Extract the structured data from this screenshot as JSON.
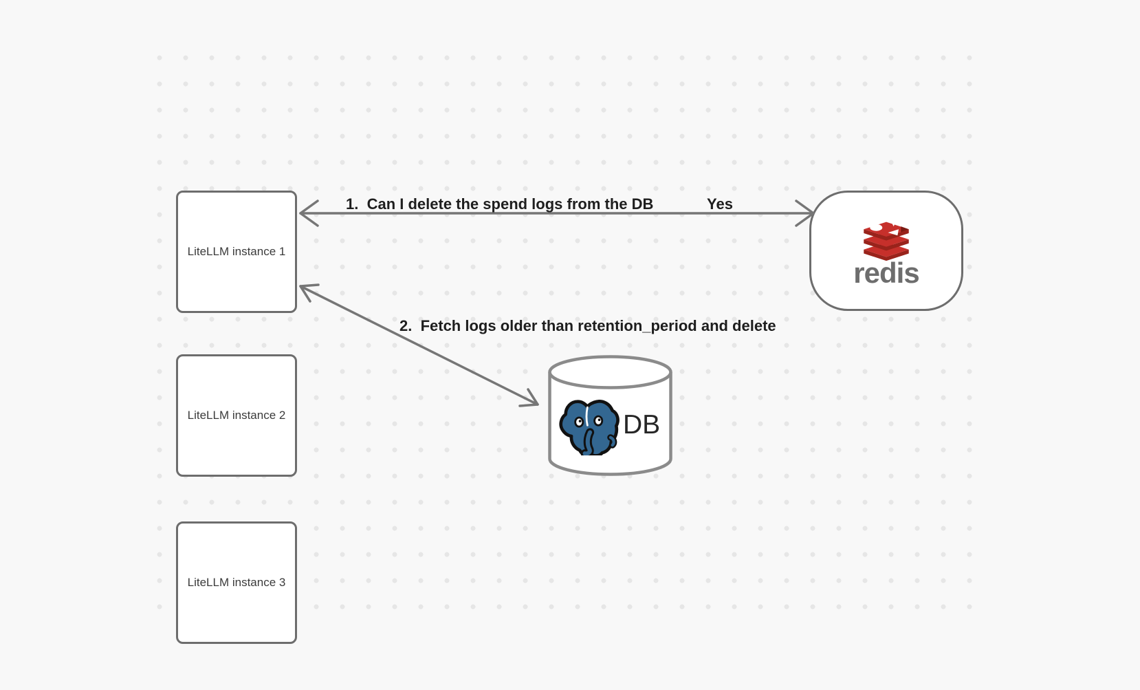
{
  "colors": {
    "background": "#f8f8f8",
    "dot": "#e6e6e6",
    "shape_border": "#6d6d6d",
    "arrow": "#767676",
    "edge_label_text": "#1e1e1e",
    "node_label_text": "#3b3b3b",
    "redis_red": "#c6302b",
    "redis_red_dark": "#99231b",
    "redis_notch_dark": "#7c1a12",
    "redis_wordmark": "#6d6d6d",
    "postgres_blue": "#336791",
    "postgres_outline": "#111111",
    "cylinder_border": "#8b8b8b",
    "db_text": "#262626"
  },
  "nodes": {
    "instance1": {
      "label": "LiteLLM instance 1"
    },
    "instance2": {
      "label": "LiteLLM instance 2"
    },
    "instance3": {
      "label": "LiteLLM instance 3"
    },
    "redis": {
      "label": "redis"
    },
    "database": {
      "label": "DB"
    }
  },
  "edges": {
    "redis_query": {
      "label": "1.  Can I delete the spend logs from the DB",
      "response": "Yes"
    },
    "db_fetch": {
      "label": "2.  Fetch logs older than retention_period and delete"
    }
  }
}
